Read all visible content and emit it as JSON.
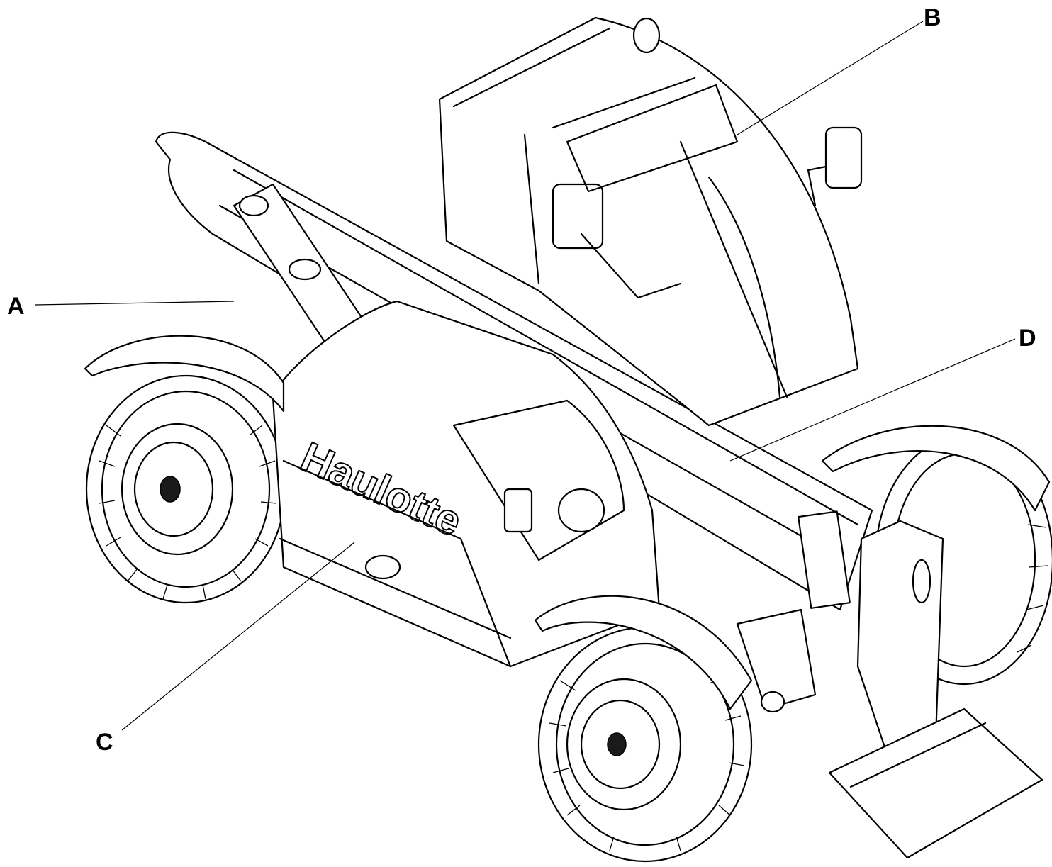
{
  "figure": {
    "brand_text": "Haulotte",
    "callouts": {
      "a": "A",
      "b": "B",
      "c": "C",
      "d": "D"
    },
    "ink_color": "#000000",
    "background_color": "#ffffff"
  }
}
